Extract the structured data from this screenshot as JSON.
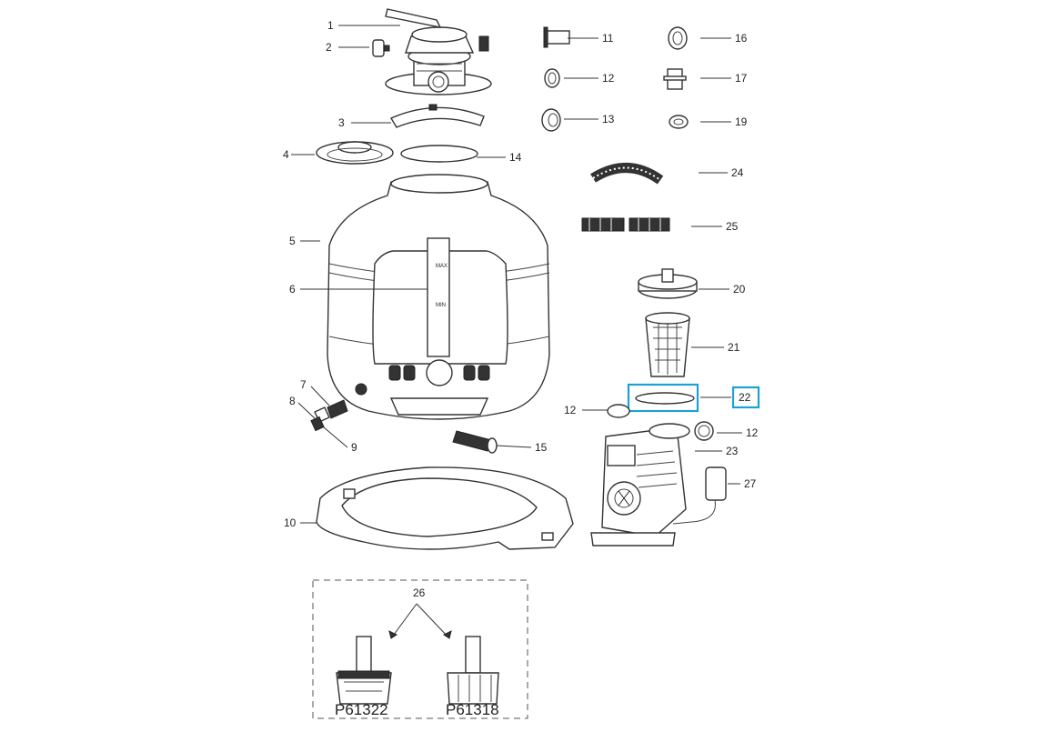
{
  "diagram": {
    "accent_color": "#1ea0d6",
    "highlighted_part": "22",
    "callouts": [
      {
        "id": "c1",
        "label": "1"
      },
      {
        "id": "c2",
        "label": "2"
      },
      {
        "id": "c3",
        "label": "3"
      },
      {
        "id": "c4",
        "label": "4"
      },
      {
        "id": "c5",
        "label": "5"
      },
      {
        "id": "c6",
        "label": "6"
      },
      {
        "id": "c7",
        "label": "7"
      },
      {
        "id": "c8",
        "label": "8"
      },
      {
        "id": "c9",
        "label": "9"
      },
      {
        "id": "c10",
        "label": "10"
      },
      {
        "id": "c11",
        "label": "11"
      },
      {
        "id": "c12a",
        "label": "12"
      },
      {
        "id": "c12b",
        "label": "12"
      },
      {
        "id": "c12c",
        "label": "12"
      },
      {
        "id": "c13",
        "label": "13"
      },
      {
        "id": "c14",
        "label": "14"
      },
      {
        "id": "c15",
        "label": "15"
      },
      {
        "id": "c16",
        "label": "16"
      },
      {
        "id": "c17",
        "label": "17"
      },
      {
        "id": "c19",
        "label": "19"
      },
      {
        "id": "c20",
        "label": "20"
      },
      {
        "id": "c21",
        "label": "21"
      },
      {
        "id": "c22",
        "label": "22"
      },
      {
        "id": "c23",
        "label": "23"
      },
      {
        "id": "c24",
        "label": "24"
      },
      {
        "id": "c25",
        "label": "25"
      },
      {
        "id": "c26",
        "label": "26"
      },
      {
        "id": "c27",
        "label": "27"
      }
    ],
    "tank_markings": {
      "max": "MAX",
      "min": "MIN"
    },
    "part_numbers": {
      "left": "P61322",
      "right": "P61318"
    }
  }
}
